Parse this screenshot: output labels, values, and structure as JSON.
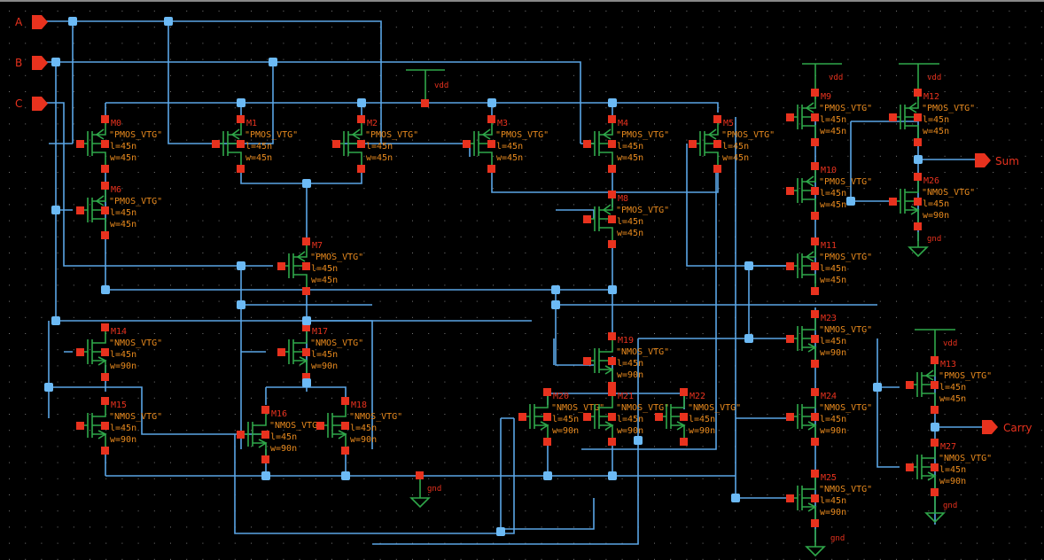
{
  "window": {
    "title": "Full Adder Schematic"
  },
  "inputs": [
    {
      "name": "A"
    },
    {
      "name": "B"
    },
    {
      "name": "C"
    }
  ],
  "outputs": [
    {
      "name": "Sum"
    },
    {
      "name": "Carry"
    }
  ],
  "supply_labels": {
    "vdd": "vdd",
    "gnd": "gnd"
  },
  "colors": {
    "wire": "#5aa6e6",
    "device": "#2fa84a",
    "pin": "#e8321e",
    "label": "#e88a1e",
    "background": "#000000"
  },
  "transistors": [
    {
      "name": "M0",
      "model": "\"PMOS_VTG\"",
      "l": "l=45n",
      "w": "w=45n",
      "type": "pmos"
    },
    {
      "name": "M1",
      "model": "\"PMOS_VTG\"",
      "l": "l=45n",
      "w": "w=45n",
      "type": "pmos"
    },
    {
      "name": "M2",
      "model": "\"PMOS_VTG\"",
      "l": "l=45n",
      "w": "w=45n",
      "type": "pmos"
    },
    {
      "name": "M3",
      "model": "\"PMOS_VTG\"",
      "l": "l=45n",
      "w": "w=45n",
      "type": "pmos"
    },
    {
      "name": "M4",
      "model": "\"PMOS_VTG\"",
      "l": "l=45n",
      "w": "w=45n",
      "type": "pmos"
    },
    {
      "name": "M5",
      "model": "\"PMOS_VTG\"",
      "l": "l=45n",
      "w": "w=45n",
      "type": "pmos"
    },
    {
      "name": "M6",
      "model": "\"PMOS_VTG\"",
      "l": "l=45n",
      "w": "w=45n",
      "type": "pmos"
    },
    {
      "name": "M7",
      "model": "\"PMOS_VTG\"",
      "l": "l=45n",
      "w": "w=45n",
      "type": "pmos"
    },
    {
      "name": "M8",
      "model": "\"PMOS_VTG\"",
      "l": "l=45n",
      "w": "w=45n",
      "type": "pmos"
    },
    {
      "name": "M9",
      "model": "\"PMOS_VTG\"",
      "l": "l=45n",
      "w": "w=45n",
      "type": "pmos"
    },
    {
      "name": "M10",
      "model": "\"PMOS_VTG\"",
      "l": "l=45n",
      "w": "w=45n",
      "type": "pmos"
    },
    {
      "name": "M11",
      "model": "\"PMOS_VTG\"",
      "l": "l=45n",
      "w": "w=45n",
      "type": "pmos"
    },
    {
      "name": "M12",
      "model": "\"PMOS_VTG\"",
      "l": "l=45n",
      "w": "w=45n",
      "type": "pmos"
    },
    {
      "name": "M13",
      "model": "\"PMOS_VTG\"",
      "l": "l=45n",
      "w": "w=45n",
      "type": "pmos"
    },
    {
      "name": "M14",
      "model": "\"NMOS_VTG\"",
      "l": "l=45n",
      "w": "w=90n",
      "type": "nmos"
    },
    {
      "name": "M15",
      "model": "\"NMOS_VTG\"",
      "l": "l=45n",
      "w": "w=90n",
      "type": "nmos"
    },
    {
      "name": "M16",
      "model": "\"NMOS_VTG\"",
      "l": "l=45n",
      "w": "w=90n",
      "type": "nmos"
    },
    {
      "name": "M17",
      "model": "\"NMOS_VTG\"",
      "l": "l=45n",
      "w": "w=90n",
      "type": "nmos"
    },
    {
      "name": "M18",
      "model": "\"NMOS_VTG\"",
      "l": "l=45n",
      "w": "w=90n",
      "type": "nmos"
    },
    {
      "name": "M19",
      "model": "\"NMOS_VTG\"",
      "l": "l=45n",
      "w": "w=90n",
      "type": "nmos"
    },
    {
      "name": "M20",
      "model": "\"NMOS_VTG\"",
      "l": "l=45n",
      "w": "w=90n",
      "type": "nmos"
    },
    {
      "name": "M21",
      "model": "\"NMOS_VTG\"",
      "l": "l=45n",
      "w": "w=90n",
      "type": "nmos"
    },
    {
      "name": "M22",
      "model": "\"NMOS_VTG\"",
      "l": "l=45n",
      "w": "w=90n",
      "type": "nmos"
    },
    {
      "name": "M23",
      "model": "\"NMOS_VTG\"",
      "l": "l=45n",
      "w": "w=90n",
      "type": "nmos"
    },
    {
      "name": "M24",
      "model": "\"NMOS_VTG\"",
      "l": "l=45n",
      "w": "w=90n",
      "type": "nmos"
    },
    {
      "name": "M25",
      "model": "\"NMOS_VTG\"",
      "l": "l=45n",
      "w": "w=90n",
      "type": "nmos"
    },
    {
      "name": "M26",
      "model": "\"NMOS_VTG\"",
      "l": "l=45n",
      "w": "w=90n",
      "type": "nmos"
    },
    {
      "name": "M27",
      "model": "\"NMOS_VTG\"",
      "l": "l=45n",
      "w": "w=90n",
      "type": "nmos"
    }
  ]
}
